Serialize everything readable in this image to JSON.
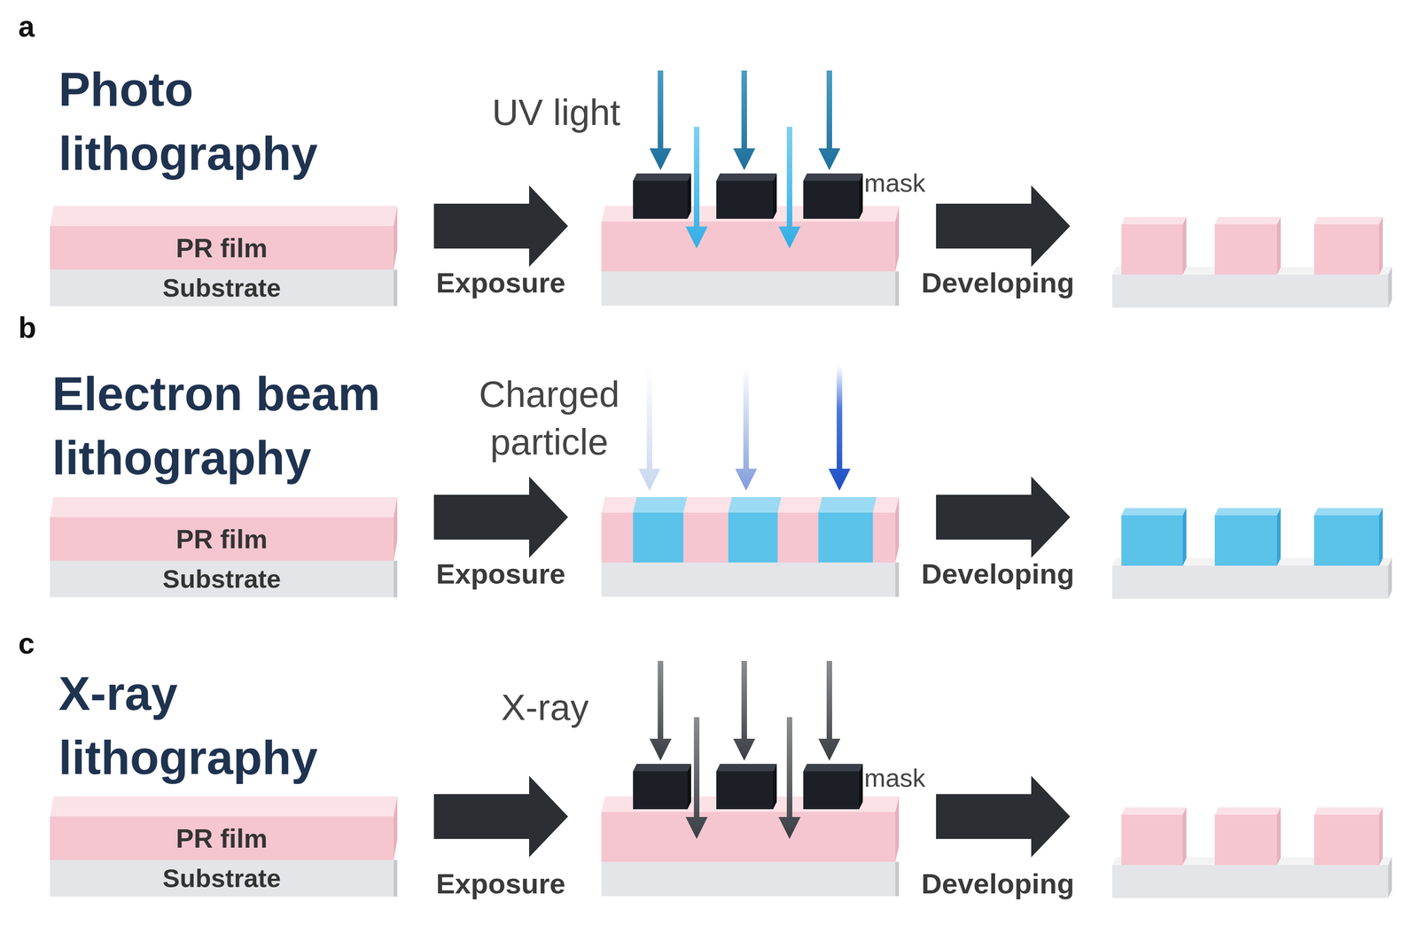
{
  "diagram": {
    "nodes": [
      {
        "text": [
          "PR film"
        ]
      },
      {
        "text": [
          "Substrate"
        ]
      },
      {
        "text": [
          "PR film"
        ]
      },
      {
        "text": [
          "Substrate"
        ]
      },
      {
        "text": [
          "PR film"
        ]
      },
      {
        "text": [
          "Substrate"
        ]
      }
    ],
    "labels": [
      "a",
      "Photo lithography",
      "UV light",
      "mask",
      "Exposure",
      "Developing",
      "b",
      "Electron beam lithography",
      "Charged particle",
      "Exposure",
      "Developing",
      "c",
      "X-ray lithography",
      "X-ray",
      "mask",
      "Exposure",
      "Developing"
    ]
  }
}
